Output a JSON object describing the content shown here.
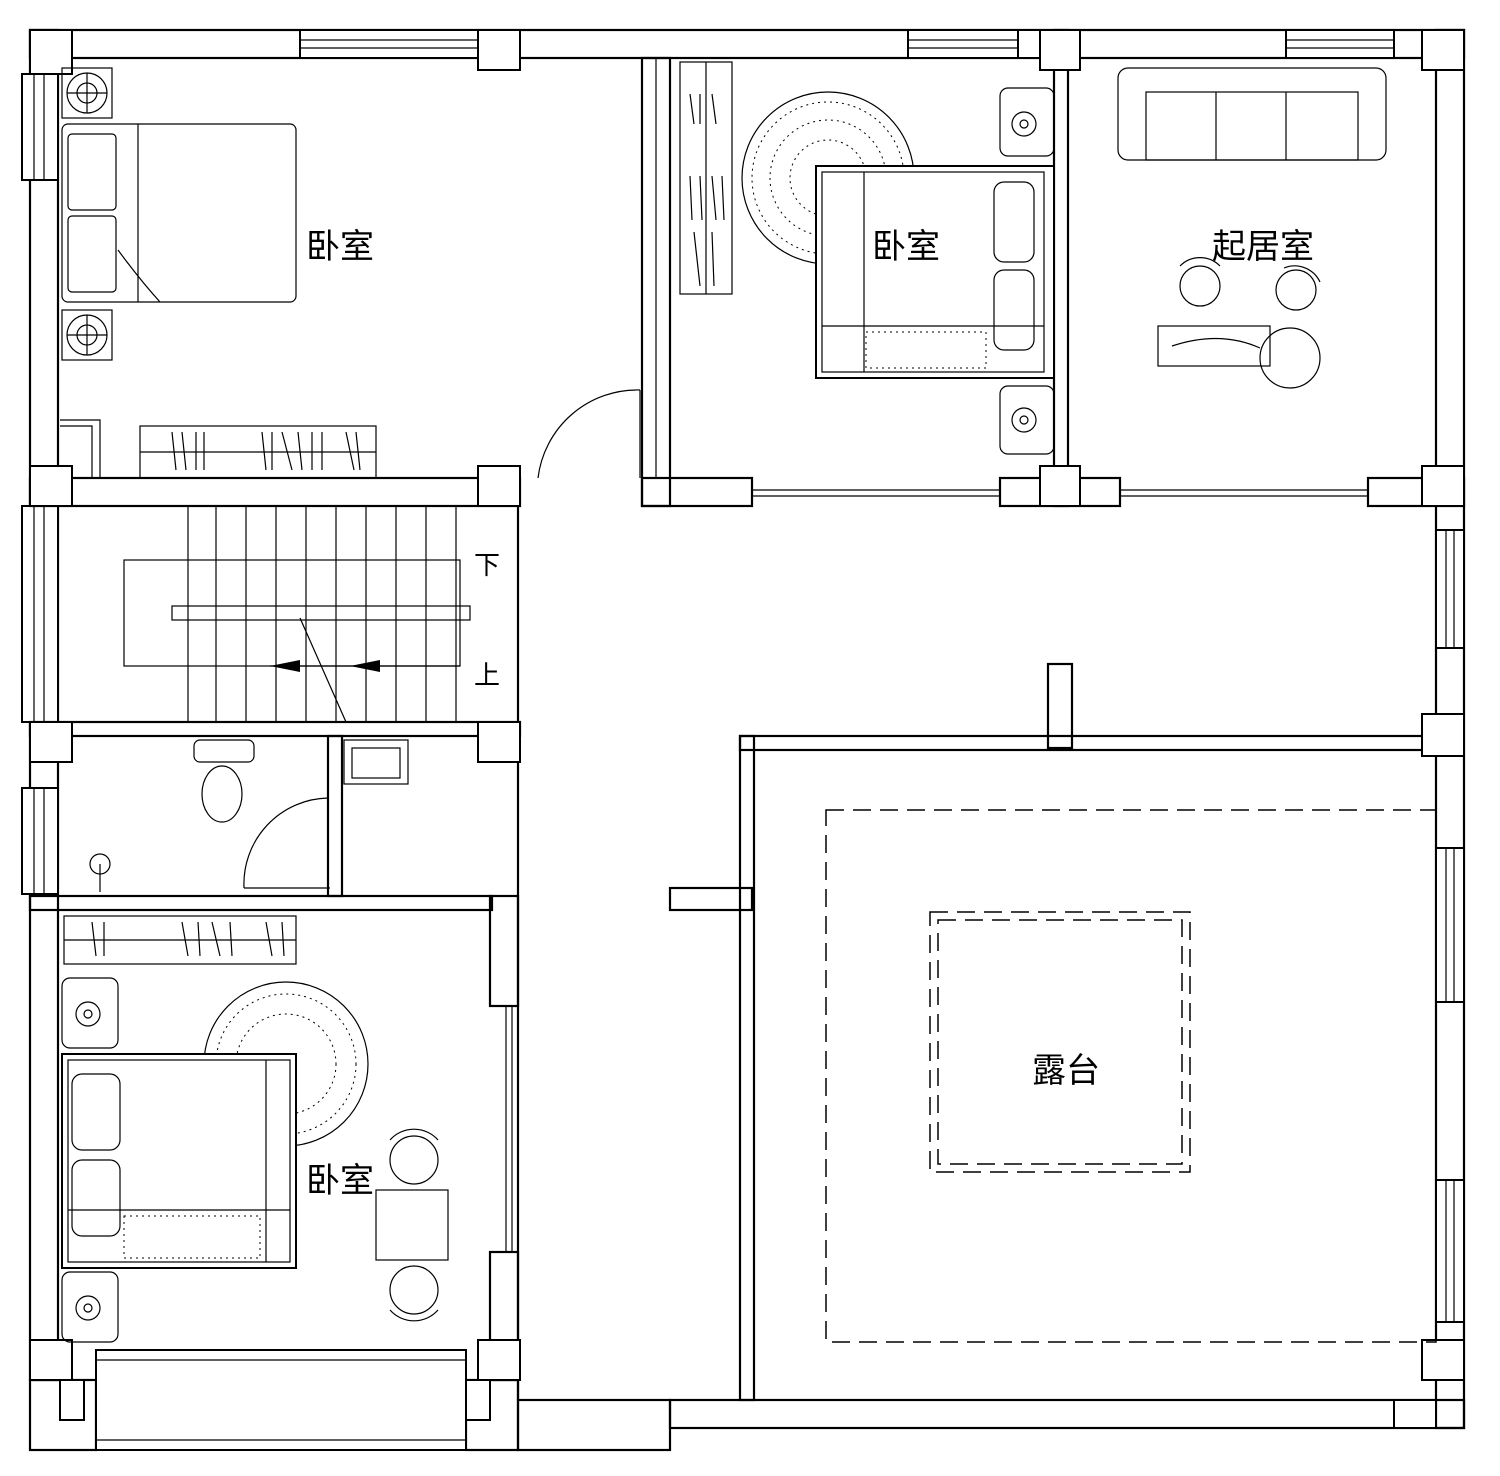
{
  "rooms": {
    "bedroom_nw": "卧室",
    "bedroom_n": "卧室",
    "living_room": "起居室",
    "bedroom_sw": "卧室",
    "terrace": "露台"
  },
  "stairs": {
    "down": "下",
    "up": "上"
  }
}
